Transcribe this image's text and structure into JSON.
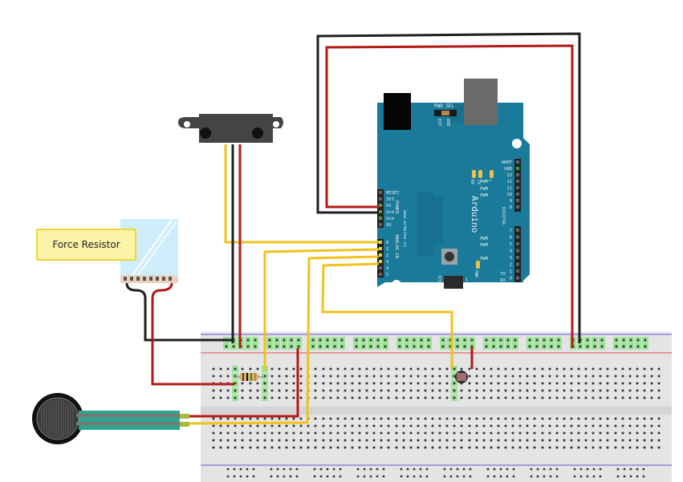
{
  "diagram": {
    "title": "Arduino sensor breadboard wiring",
    "annotation": {
      "label": "Force Resistor"
    },
    "colors": {
      "wire_red": "#b31a14",
      "wire_black": "#1f1f1f",
      "wire_yellow": "#f1c21b",
      "arduino_blue": "#1a7a9a",
      "breadboard": "#e4e4e4",
      "rail_blue": "#5a5adf",
      "rail_red": "#e25050",
      "hole_highlight": "#9fe29a"
    },
    "arduino": {
      "brand": "Arduino",
      "url": "www.arduino.cc",
      "pwr_sel": "PWR SEL",
      "ext": "EXT",
      "usb": "USB",
      "power_header": "POWER",
      "analog_header": "ANALOG IN",
      "digital_header": "DIGITAL",
      "icsp": "ICSP",
      "icsp_pin1": "1",
      "pwr_led": "PWR",
      "power_pins": [
        "RESET",
        "3V3",
        "5V",
        "Gnd",
        "Gnd",
        "9V"
      ],
      "analog_pins": [
        "0",
        "1",
        "2",
        "3",
        "4",
        "5"
      ],
      "digital_top_pins": [
        "AREF",
        "GND",
        "13",
        "12",
        "11",
        "10",
        "9",
        "8"
      ],
      "digital_bottom_pins": [
        "7",
        "6",
        "5",
        "4",
        "3",
        "2",
        "1",
        "0"
      ],
      "pwm_label": "PWM",
      "tx": "TX",
      "rx": "RX",
      "led_l": "L",
      "led_tx": "TX",
      "led_rx": "RX"
    },
    "components": [
      {
        "name": "Arduino board"
      },
      {
        "name": "IR distance sensor"
      },
      {
        "name": "Force sensitive resistor (square)"
      },
      {
        "name": "Force sensitive resistor (round)"
      },
      {
        "name": "Resistor"
      },
      {
        "name": "Photocell"
      },
      {
        "name": "Breadboard"
      }
    ]
  }
}
